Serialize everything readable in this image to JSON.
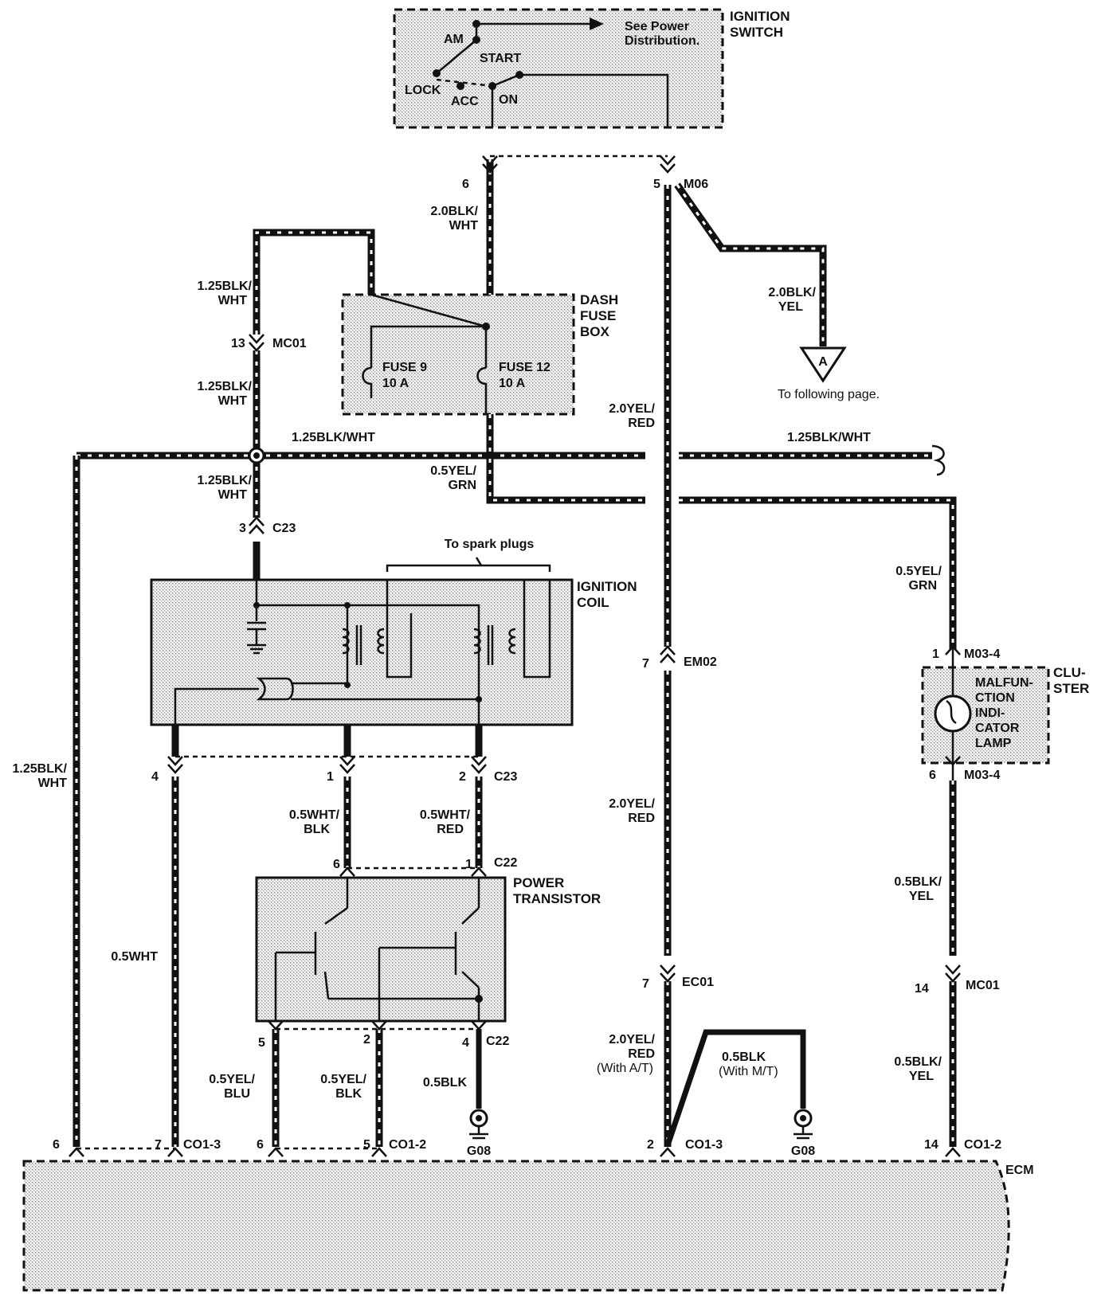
{
  "ignition_switch": {
    "title_line1": "IGNITION",
    "title_line2": "SWITCH",
    "am": "AM",
    "start": "START",
    "lock": "LOCK",
    "acc": "ACC",
    "on": "ON",
    "note_line1": "See Power",
    "note_line2": "Distribution."
  },
  "dash_fuse_box": {
    "title_line1": "DASH",
    "title_line2": "FUSE",
    "title_line3": "BOX",
    "fuse9_line1": "FUSE 9",
    "fuse9_line2": "10 A",
    "fuse12_line1": "FUSE 12",
    "fuse12_line2": "10 A"
  },
  "ignition_coil": {
    "title_line1": "IGNITION",
    "title_line2": "COIL",
    "spark_note": "To spark plugs"
  },
  "power_transistor": {
    "title_line1": "POWER",
    "title_line2": "TRANSISTOR"
  },
  "cluster": {
    "title_line1": "CLU-",
    "title_line2": "STER",
    "lamp_line1": "MALFUN-",
    "lamp_line2": "CTION",
    "lamp_line3": "INDI-",
    "lamp_line4": "CATOR",
    "lamp_line5": "LAMP"
  },
  "ecm": {
    "title": "ECM"
  },
  "offpage": {
    "symbol": "A",
    "note": "To following page."
  },
  "connectors": {
    "m06": "M06",
    "mc01_top": "MC01",
    "c23_top": "C23",
    "em02": "EM02",
    "m03_4_top": "M03-4",
    "c23_bottom": "C23",
    "m03_4_bottom": "M03-4",
    "c22_top": "C22",
    "ec01": "EC01",
    "mc01_bottom": "MC01",
    "c22_bottom": "C22",
    "co1_3_left": "CO1-3",
    "co1_2_left": "CO1-2",
    "co1_3_right": "CO1-3",
    "co1_2_right": "CO1-2",
    "g08_left": "G08",
    "g08_right": "G08"
  },
  "pins": {
    "p6_top": "6",
    "p5_top": "5",
    "p13": "13",
    "p3": "3",
    "p7_em02": "7",
    "p1_m03": "1",
    "p4_c23": "4",
    "p1_c23": "1",
    "p2_c23": "2",
    "p6_m03": "6",
    "p6_c22": "6",
    "p1_c22": "1",
    "p7_ec01": "7",
    "p14_mc01": "14",
    "p5_c22": "5",
    "p2_c22": "2",
    "p4_c22": "4",
    "p6_ecm_a": "6",
    "p7_ecm": "7",
    "p6_ecm_b": "6",
    "p5_ecm": "5",
    "p2_ecm": "2",
    "p14_ecm": "14"
  },
  "wires": {
    "w_20blkwht_a": "2.0BLK/",
    "w_20blkwht_b": "WHT",
    "w_125_a1": "1.25BLK/",
    "w_125_a2": "WHT",
    "w_125_b1": "1.25BLK/",
    "w_125_b2": "WHT",
    "w_125_c1": "1.25BLK/",
    "w_125_c2": "WHT",
    "w_125_d1": "1.25BLK/",
    "w_125_d2": "WHT",
    "w_125_h1": "1.25BLK/WHT",
    "w_125_h2": "1.25BLK/WHT",
    "w_20blkyel_a": "2.0BLK/",
    "w_20blkyel_b": "YEL",
    "w_20yelred_a1": "2.0YEL/",
    "w_20yelred_a2": "RED",
    "w_20yelred_b1": "2.0YEL/",
    "w_20yelred_b2": "RED",
    "w_20yelred_c1": "2.0YEL/",
    "w_20yelred_c2": "RED",
    "w_20yelred_c3": "(With A/T)",
    "w_05yelgrn_a1": "0.5YEL/",
    "w_05yelgrn_a2": "GRN",
    "w_05yelgrn_b1": "0.5YEL/",
    "w_05yelgrn_b2": "GRN",
    "w_05whtblk_1": "0.5WHT/",
    "w_05whtblk_2": "BLK",
    "w_05whtred_1": "0.5WHT/",
    "w_05whtred_2": "RED",
    "w_05wht": "0.5WHT",
    "w_05blkyel_a1": "0.5BLK/",
    "w_05blkyel_a2": "YEL",
    "w_05blkyel_b1": "0.5BLK/",
    "w_05blkyel_b2": "YEL",
    "w_05yelblu_1": "0.5YEL/",
    "w_05yelblu_2": "BLU",
    "w_05yelblk_1": "0.5YEL/",
    "w_05yelblk_2": "BLK",
    "w_05blk": "0.5BLK",
    "w_05blk_mt1": "0.5BLK",
    "w_05blk_mt2": "(With M/T)"
  }
}
